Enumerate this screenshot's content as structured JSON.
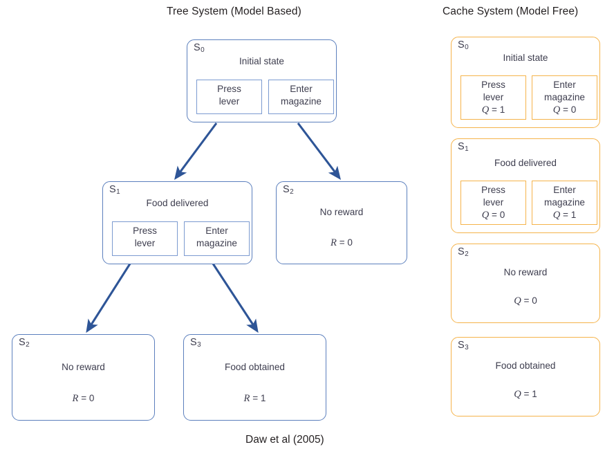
{
  "titles": {
    "tree": "Tree System (Model Based)",
    "cache": "Cache System (Model Free)"
  },
  "caption": "Daw et al (2005)",
  "colors": {
    "tree_border": "#5b7fbd",
    "tree_inner_border": "#7b9ad0",
    "cache_border": "#f5b34a",
    "arrow": "#2e5597",
    "text": "#3d3d4e",
    "title_text": "#231f20",
    "background": "#ffffff"
  },
  "labels": {
    "press_lever_line1": "Press",
    "press_lever_line2": "lever",
    "enter_magazine_line1": "Enter",
    "enter_magazine_line2": "magazine"
  },
  "tree": {
    "s0": {
      "state": "S",
      "sub": "0",
      "desc": "Initial state",
      "actions": [
        {
          "line1": "Press",
          "line2": "lever"
        },
        {
          "line1": "Enter",
          "line2": "magazine"
        }
      ]
    },
    "s1": {
      "state": "S",
      "sub": "1",
      "desc": "Food delivered",
      "actions": [
        {
          "line1": "Press",
          "line2": "lever"
        },
        {
          "line1": "Enter",
          "line2": "magazine"
        }
      ]
    },
    "s2_mid": {
      "state": "S",
      "sub": "2",
      "desc": "No reward",
      "value_sym": "R",
      "value": "= 0"
    },
    "s2_bottom": {
      "state": "S",
      "sub": "2",
      "desc": "No reward",
      "value_sym": "R",
      "value": "= 0"
    },
    "s3_bottom": {
      "state": "S",
      "sub": "3",
      "desc": "Food obtained",
      "value_sym": "R",
      "value": "= 1"
    }
  },
  "cache": {
    "s0": {
      "state": "S",
      "sub": "0",
      "desc": "Initial state",
      "actions": [
        {
          "line1": "Press",
          "line2": "lever",
          "q_sym": "Q",
          "q_val": "= 1"
        },
        {
          "line1": "Enter",
          "line2": "magazine",
          "q_sym": "Q",
          "q_val": "= 0"
        }
      ]
    },
    "s1": {
      "state": "S",
      "sub": "1",
      "desc": "Food delivered",
      "actions": [
        {
          "line1": "Press",
          "line2": "lever",
          "q_sym": "Q",
          "q_val": "= 0"
        },
        {
          "line1": "Enter",
          "line2": "magazine",
          "q_sym": "Q",
          "q_val": "= 1"
        }
      ]
    },
    "s2": {
      "state": "S",
      "sub": "2",
      "desc": "No reward",
      "value_sym": "Q",
      "value": "= 0"
    },
    "s3": {
      "state": "S",
      "sub": "3",
      "desc": "Food obtained",
      "value_sym": "Q",
      "value": "= 1"
    }
  }
}
